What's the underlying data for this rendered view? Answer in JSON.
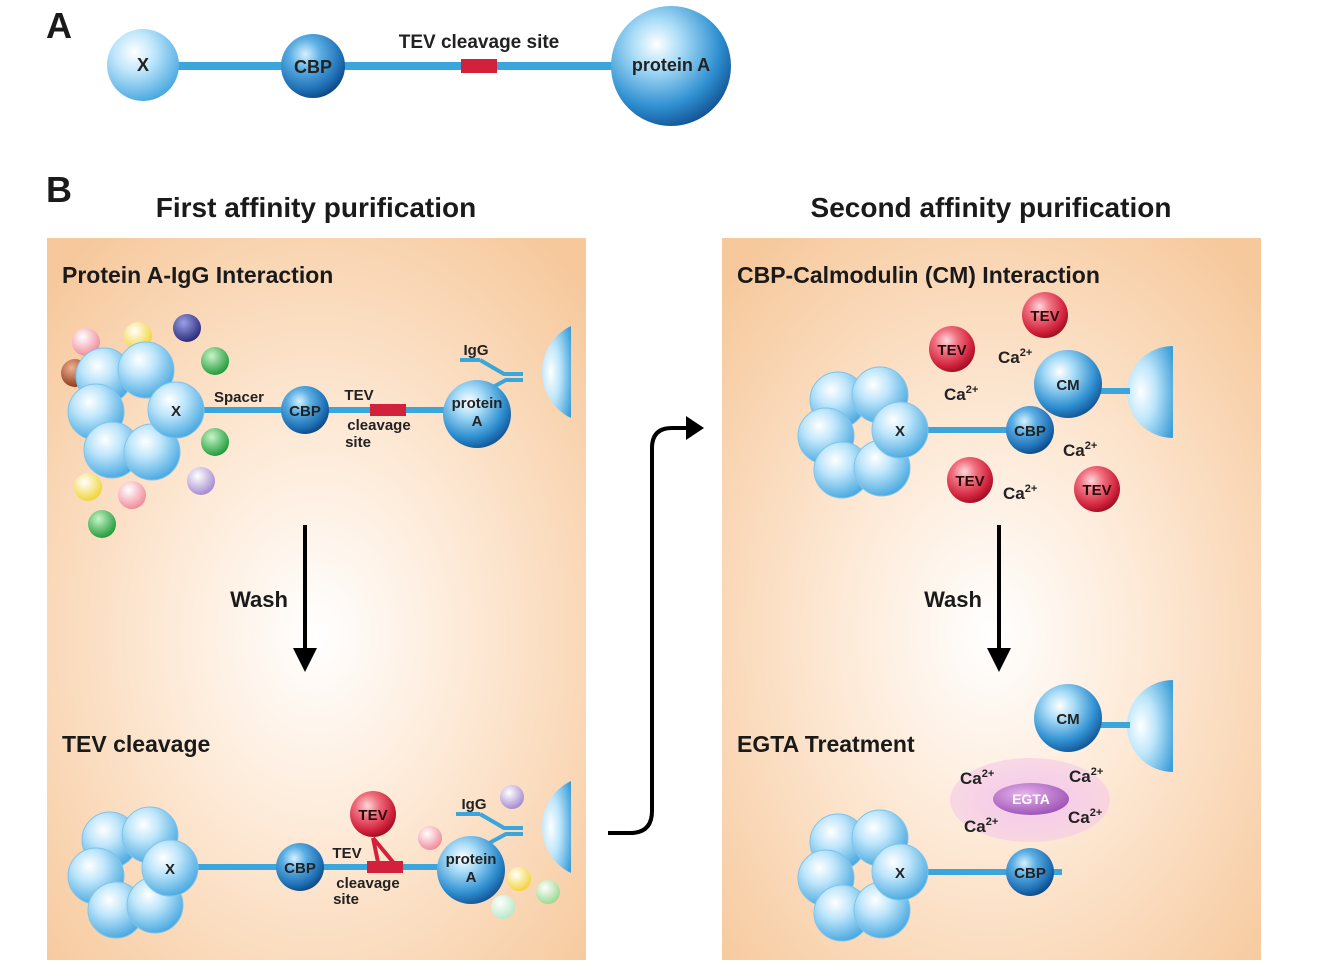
{
  "panel_a": {
    "letter": "A",
    "x_label": "X",
    "cbp_label": "CBP",
    "tev_site_label": "TEV cleavage site",
    "protein_a_label": "protein A"
  },
  "panel_b": {
    "letter": "B",
    "first": {
      "title": "First affinity purification",
      "step1_title": "Protein A-IgG Interaction",
      "spacer_label": "Spacer",
      "x_label": "X",
      "cbp_label": "CBP",
      "tev_label": "TEV",
      "cleavage_label": "cleavage",
      "site_label": "site",
      "igg_label": "IgG",
      "protein_label": "protein",
      "a_label": "A",
      "wash_label": "Wash",
      "step2_title": "TEV cleavage",
      "tev_ball_label": "TEV"
    },
    "second": {
      "title": "Second affinity purification",
      "step1_title": "CBP-Calmodulin (CM) Interaction",
      "x_label": "X",
      "cbp_label": "CBP",
      "cm_label": "CM",
      "tev_label": "TEV",
      "ca_base": "Ca",
      "ca_sup": "2+",
      "wash_label": "Wash",
      "step2_title": "EGTA Treatment",
      "egta_label": "EGTA"
    }
  },
  "colors": {
    "blue_linker": "#3aa6dc",
    "tev_site": "#d3203c",
    "tev_ball": "#dd2b3f",
    "panel_bg": "#f8cfa6"
  }
}
